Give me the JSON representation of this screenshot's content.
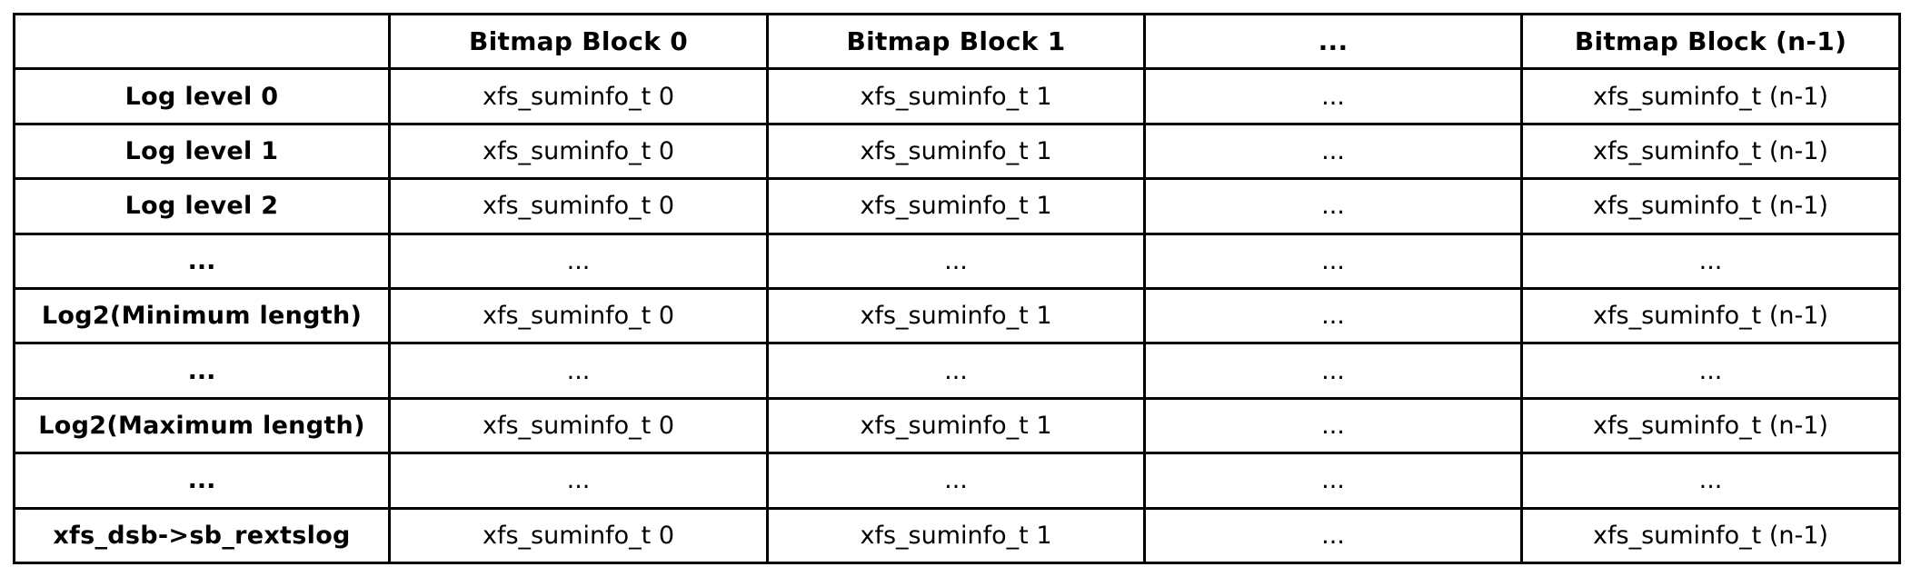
{
  "figure": {
    "kind": "table",
    "description": "XFS realtime bitmap summary information table",
    "highlight_color": "#ABAAF2",
    "border_color": "#000000",
    "background_color": "#FFFFFF"
  },
  "table": {
    "columns": [
      {
        "key": "rowlabel",
        "header": ""
      },
      {
        "key": "b0",
        "header": "Bitmap Block 0"
      },
      {
        "key": "b1",
        "header": "Bitmap Block 1"
      },
      {
        "key": "bdots",
        "header": "..."
      },
      {
        "key": "bn",
        "header": "Bitmap Block (n-1)"
      }
    ],
    "rows": [
      {
        "label": "Log level 0",
        "label_style": "bold",
        "highlighted": false,
        "cells": [
          "xfs_suminfo_t 0",
          "xfs_suminfo_t 1",
          "...",
          "xfs_suminfo_t (n-1)"
        ]
      },
      {
        "label": "Log level 1",
        "label_style": "bold",
        "highlighted": false,
        "cells": [
          "xfs_suminfo_t 0",
          "xfs_suminfo_t 1",
          "...",
          "xfs_suminfo_t (n-1)"
        ]
      },
      {
        "label": "Log level 2",
        "label_style": "bold",
        "highlighted": false,
        "cells": [
          "xfs_suminfo_t 0",
          "xfs_suminfo_t 1",
          "...",
          "xfs_suminfo_t (n-1)"
        ]
      },
      {
        "label": "...",
        "label_style": "ellipsis",
        "highlighted": false,
        "cells": [
          "...",
          "...",
          "...",
          "..."
        ]
      },
      {
        "label": "Log2(Minimum length)",
        "label_style": "bold",
        "highlighted": true,
        "cells": [
          "xfs_suminfo_t 0",
          "xfs_suminfo_t 1",
          "...",
          "xfs_suminfo_t (n-1)"
        ]
      },
      {
        "label": "...",
        "label_style": "ellipsis",
        "highlighted": true,
        "cells": [
          "...",
          "...",
          "...",
          "..."
        ]
      },
      {
        "label": "Log2(Maximum length)",
        "label_style": "bold",
        "highlighted": true,
        "cells": [
          "xfs_suminfo_t 0",
          "xfs_suminfo_t 1",
          "...",
          "xfs_suminfo_t (n-1)"
        ]
      },
      {
        "label": "...",
        "label_style": "ellipsis",
        "highlighted": false,
        "cells": [
          "...",
          "...",
          "...",
          "..."
        ]
      },
      {
        "label": "xfs_dsb->sb_rextslog",
        "label_style": "bold",
        "highlighted": false,
        "cells": [
          "xfs_suminfo_t 0",
          "xfs_suminfo_t 1",
          "...",
          "xfs_suminfo_t (n-1)"
        ]
      }
    ]
  }
}
